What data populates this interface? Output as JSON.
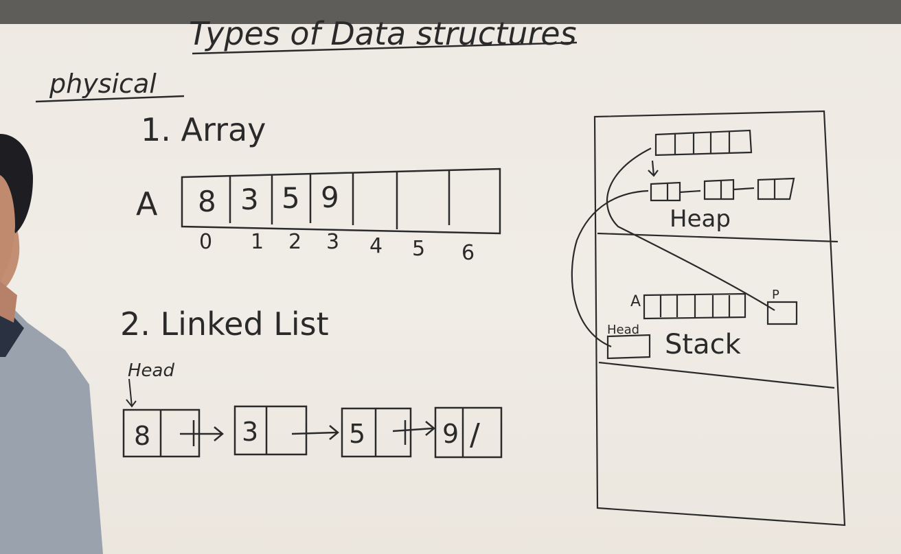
{
  "board": {
    "title": "Types of Data structures",
    "section_label": "physical",
    "array_heading": "1. Array",
    "array_name": "A",
    "array_cells": [
      "8",
      "3",
      "5",
      "9",
      "",
      "",
      ""
    ],
    "array_indices": [
      "0",
      "1",
      "2",
      "3",
      "4",
      "5",
      "6"
    ],
    "linked_list_heading": "2. Linked List",
    "head_label": "Head",
    "list_nodes": [
      "8",
      "3",
      "5",
      "9"
    ],
    "null_marker": "/"
  },
  "memory": {
    "heap_label": "Heap",
    "stack_label": "Stack",
    "stack_array_label": "A",
    "stack_pointer_label": "P",
    "stack_head_label": "Head"
  }
}
